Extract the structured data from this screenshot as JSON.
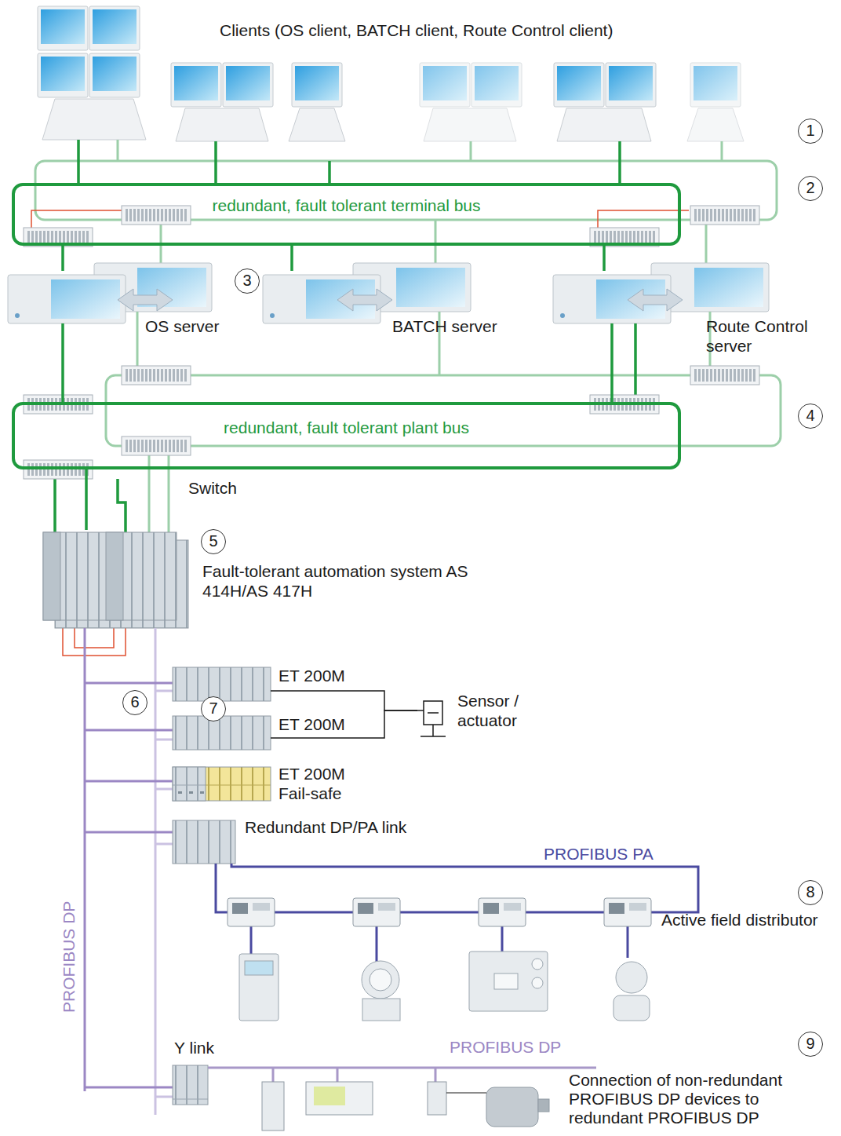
{
  "diagram": {
    "nodes": [
      {
        "text": [
          "Clients (OS client, BATCH client, Route Control client)"
        ]
      },
      {
        "text": [
          "redundant, fault tolerant terminal bus"
        ]
      },
      {
        "text": [
          "OS server"
        ]
      },
      {
        "text": [
          "BATCH server"
        ]
      },
      {
        "text": [
          "Route Control server"
        ]
      },
      {
        "text": [
          "redundant, fault tolerant plant bus"
        ]
      },
      {
        "text": [
          "Fault-tolerant automation system AS 414H/AS 417H"
        ]
      },
      {
        "text": [
          "ET 200M"
        ]
      },
      {
        "text": [
          "ET 200M"
        ]
      },
      {
        "text": [
          "ET 200M Fail-safe"
        ]
      },
      {
        "text": [
          "Sensor / actuator"
        ]
      },
      {
        "text": [
          "Redundant DP/PA link"
        ]
      },
      {
        "text": [
          "Y link"
        ]
      }
    ],
    "edges": [
      {
        "from": 0,
        "to": 1,
        "arrow": "none"
      },
      {
        "from": 1,
        "to": 2,
        "arrow": "none"
      },
      {
        "from": 1,
        "to": 3,
        "arrow": "none"
      },
      {
        "from": 1,
        "to": 4,
        "arrow": "none"
      },
      {
        "from": 2,
        "to": 5,
        "arrow": "none"
      },
      {
        "from": 4,
        "to": 5,
        "arrow": "none"
      },
      {
        "from": 5,
        "to": 6,
        "arrow": "none"
      },
      {
        "from": 7,
        "to": 10,
        "arrow": "none"
      },
      {
        "from": 8,
        "to": 10,
        "arrow": "none"
      }
    ],
    "labels": [
      "1",
      "2",
      "3",
      "4",
      "Switch",
      "5",
      "6",
      "7",
      "PROFIBUS PA",
      "8",
      "Active field distributor",
      "PROFIBUS DP",
      "PROFIBUS DP",
      "9",
      "Connection of non-redundant PROFIBUS DP devices to redundant PROFIBUS DP"
    ]
  }
}
